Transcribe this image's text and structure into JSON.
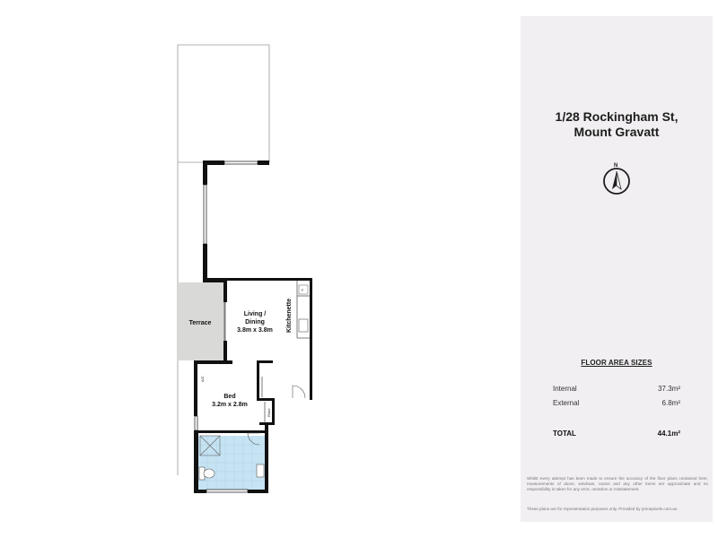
{
  "property": {
    "address_line1": "1/28 Rockingham St,",
    "address_line2": "Mount Gravatt"
  },
  "compass": {
    "north_label": "N",
    "icon": "north-arrow-icon"
  },
  "plan": {
    "rooms": {
      "terrace": {
        "name": "Terrace"
      },
      "living": {
        "name_line1": "Living /",
        "name_line2": "Dining",
        "size": "3.8m x 3.8m"
      },
      "kitchen": {
        "name": "Kitchenette"
      },
      "bed": {
        "name": "Bed",
        "size": "3.2m x 2.8m"
      }
    },
    "fixtures": {
      "robe": "Robe",
      "ac": "A/C",
      "fridge": "F"
    },
    "colors": {
      "wall": "#111111",
      "terrace_fill": "#d9dad8",
      "bath_fill": "#c5e3f2",
      "outline": "#9a9a9a"
    }
  },
  "floor_area": {
    "title": "FLOOR AREA SIZES",
    "rows": [
      {
        "label": "Internal",
        "value": "37.3m²"
      },
      {
        "label": "External",
        "value": "6.8m²"
      }
    ],
    "total": {
      "label": "TOTAL",
      "value": "44.1m²"
    }
  },
  "disclaimer": "Whilst every attempt has been made to ensure the accuracy of the floor plans contained here, measurements of doors, windows, rooms and any other items are approximate and no responsibility is taken for any error, omission or misstatement.",
  "footnote": "These plans are for representation purposes only. Provided by primepixels.com.au"
}
